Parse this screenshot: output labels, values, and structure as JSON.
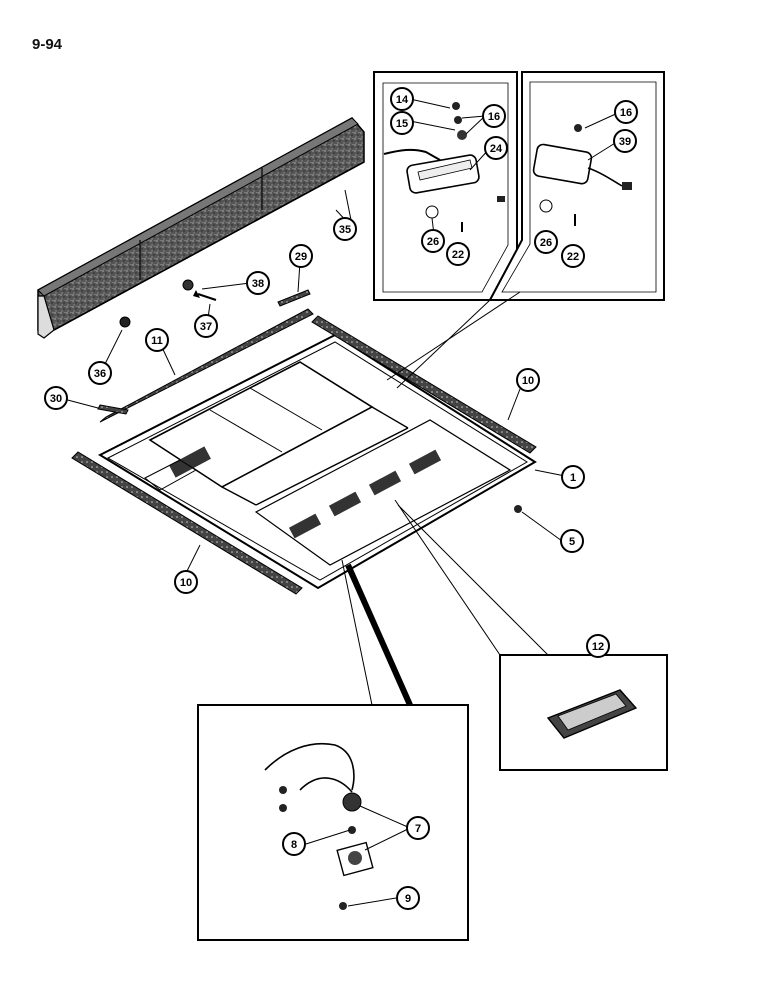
{
  "page": {
    "number": "9-94"
  },
  "callouts": {
    "c1": "1",
    "c5": "5",
    "c7": "7",
    "c8": "8",
    "c9": "9",
    "c10a": "10",
    "c10b": "10",
    "c11": "11",
    "c12": "12",
    "c14": "14",
    "c15": "15",
    "c16a": "16",
    "c16b": "16",
    "c22a": "22",
    "c22b": "22",
    "c24": "24",
    "c26a": "26",
    "c26b": "26",
    "c29": "29",
    "c30": "30",
    "c35": "35",
    "c36": "36",
    "c37": "37",
    "c38": "38",
    "c39": "39"
  }
}
